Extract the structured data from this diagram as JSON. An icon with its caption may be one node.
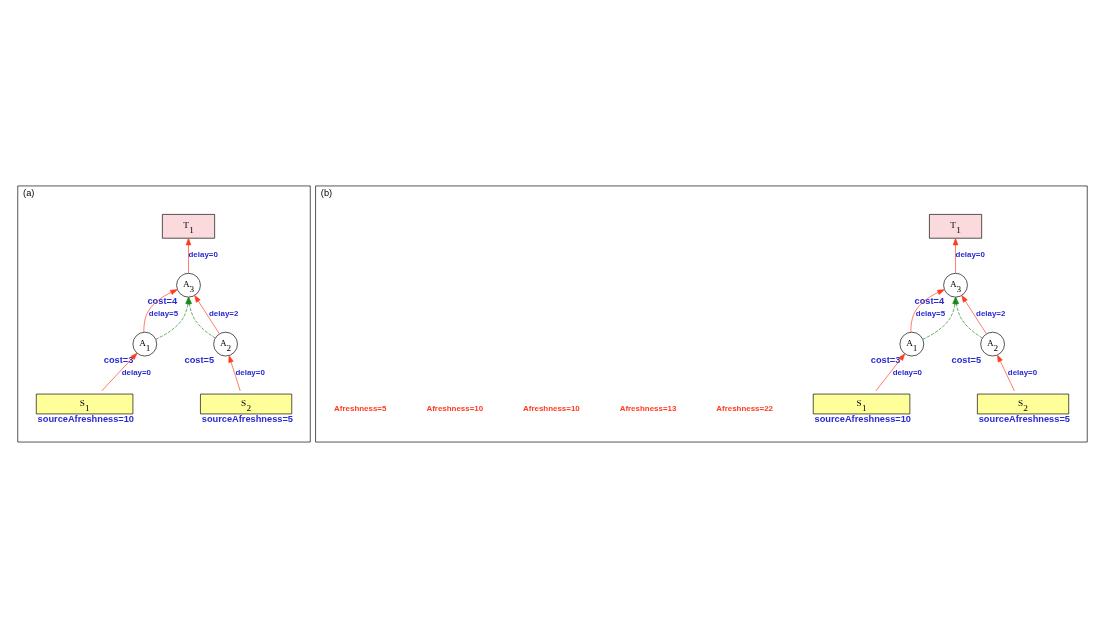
{
  "diagram": {
    "nodes": [
      {
        "text": [
          "(a)"
        ]
      },
      {
        "text": [
          "T$_{1}$"
        ],
        "in": 0
      },
      {
        "text": [
          "A$_{3}$"
        ],
        "in": 0,
        "beside": [
          "cost=4"
        ]
      },
      {
        "text": [
          "A$_{1}$"
        ],
        "in": 0,
        "beside": [
          "cost=3"
        ]
      },
      {
        "text": [
          "A$_{2}$"
        ],
        "in": 0,
        "beside": [
          "cost=5"
        ]
      },
      {
        "text": [
          "S$_{1}$"
        ],
        "in": 0,
        "beside": [
          "sourceAfreshness=10"
        ]
      },
      {
        "text": [
          "S$_{2}$"
        ],
        "in": 0,
        "beside": [
          "sourceAfreshness=5"
        ]
      },
      {
        "text": [
          "(b)"
        ]
      },
      {
        "text": [
          "T$_{1}$"
        ],
        "in": 7
      },
      {
        "text": [
          "A$_{3}$"
        ],
        "in": 7,
        "beside": [
          "cost=4"
        ]
      },
      {
        "text": [
          "A$_{1}$"
        ],
        "in": 7,
        "beside": [
          "cost=3"
        ]
      },
      {
        "text": [
          "A$_{2}$"
        ],
        "in": 7,
        "beside": [
          "cost=5"
        ]
      },
      {
        "text": [
          "S$_{1}$"
        ],
        "in": 7,
        "beside": [
          "sourceAfreshness=10"
        ]
      },
      {
        "text": [
          "S$_{2}$"
        ],
        "in": 7,
        "beside": [
          "sourceAfreshness=5"
        ]
      }
    ],
    "edges": [
      {
        "from": 2,
        "to": 1,
        "arrow": "to",
        "label": "delay=0"
      },
      {
        "from": 3,
        "to": 2,
        "arrow": "to",
        "label": "delay=5"
      },
      {
        "from": 3,
        "to": 2,
        "arrow": "to",
        "style": "dashed",
        "color": "#1a8a1a"
      },
      {
        "from": 4,
        "to": 2,
        "arrow": "to",
        "style": "dashed",
        "color": "#1a8a1a"
      },
      {
        "from": 4,
        "to": 2,
        "arrow": "to",
        "label": "delay=2"
      },
      {
        "from": 5,
        "to": 3,
        "arrow": "to",
        "label": "delay=0"
      },
      {
        "from": 6,
        "to": 4,
        "arrow": "to",
        "label": "delay=0"
      },
      {
        "from": 9,
        "to": 8,
        "arrow": "to",
        "label": "delay=0"
      },
      {
        "from": 10,
        "to": 9,
        "arrow": "to",
        "label": "delay=5"
      },
      {
        "from": 10,
        "to": 9,
        "arrow": "to",
        "style": "dashed",
        "color": "#1a8a1a"
      },
      {
        "from": 11,
        "to": 9,
        "arrow": "to",
        "style": "dashed",
        "color": "#1a8a1a"
      },
      {
        "from": 11,
        "to": 9,
        "arrow": "to",
        "label": "delay=2"
      },
      {
        "from": 12,
        "to": 10,
        "arrow": "to",
        "label": "delay=0"
      },
      {
        "from": 13,
        "to": 11,
        "arrow": "to",
        "label": "delay=0"
      }
    ],
    "labels": [
      "Afreshness=22",
      "Afreshness=13",
      "Afreshness=10",
      "Afreshness=10",
      "Afreshness=5"
    ]
  }
}
